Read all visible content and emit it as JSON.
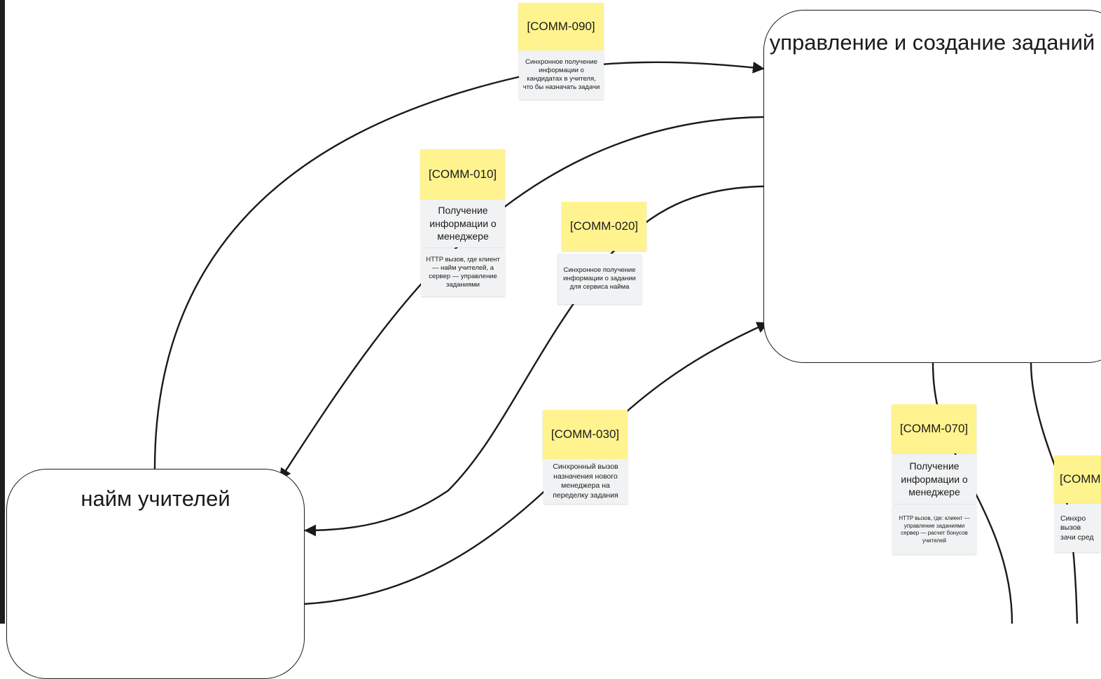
{
  "services": {
    "tasks": {
      "title": "управление и создание заданий"
    },
    "hiring": {
      "title": "найм учителей"
    }
  },
  "communications": {
    "comm_090": {
      "id": "[COMM-090]",
      "note": "Синхронное получение информации о кандидатах в учителя, что бы назначать задачи"
    },
    "comm_010": {
      "id": "[COMM-010]",
      "title": "Получение информации о менеджере",
      "note": "HTTP вызов, где клиент — найм учителей, а сервер — управление заданиями"
    },
    "comm_020": {
      "id": "[COMM-020]",
      "note": "Синхронное получение информации о задании для сервиса найма"
    },
    "comm_030": {
      "id": "[COMM-030]",
      "note": "Синхронный вызов назначения нового менеджера на переделку задания"
    },
    "comm_070": {
      "id": "[COMM-070]",
      "title": "Получение информации о менеджере",
      "note": "HTTP вызов, где: клиент — управление заданиями сервер — расчет бонусов учителей"
    },
    "comm_partial": {
      "id": "[COMM",
      "note": "Синхро вызов зачи сред"
    }
  },
  "colors": {
    "sticker": "#fff38f",
    "note": "#f1f2f3",
    "stroke": "#1a1a1a",
    "background": "#ffffff"
  }
}
